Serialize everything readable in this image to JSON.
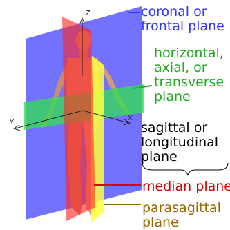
{
  "axes": {
    "z": "Z",
    "y": "Y",
    "x": "X"
  },
  "labels": {
    "coronal": {
      "lines": [
        "coronal or",
        "frontal plane"
      ],
      "color": "#3333ff"
    },
    "horizontal": {
      "lines": [
        "horizontal,",
        "axial, or",
        "transverse",
        "plane"
      ],
      "color": "#22aa22"
    },
    "sagittal": {
      "lines": [
        "sagittal or",
        "longitudinal",
        "plane"
      ],
      "color": "#000000"
    },
    "median": {
      "lines": [
        "median plane"
      ],
      "color": "#dd0000"
    },
    "parasagittal": {
      "lines": [
        "parasagittal",
        "plane"
      ],
      "color": "#996600"
    }
  },
  "colors": {
    "coronal_plane": "#5555ff",
    "horizontal_plane": "#33dd55",
    "median_plane": "#ff2a2a",
    "parasagittal_plane": "#ffff33",
    "skin": "#d9a27f"
  }
}
